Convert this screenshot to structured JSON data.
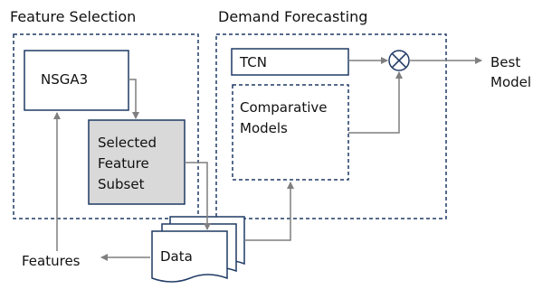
{
  "sections": {
    "feature_selection": "Feature Selection",
    "demand_forecasting": "Demand Forecasting"
  },
  "nodes": {
    "nsga3": "NSGA3",
    "selected_subset": [
      "Selected",
      "Feature",
      "Subset"
    ],
    "tcn": "TCN",
    "comparative_models": [
      "Comparative",
      "Models"
    ],
    "data": "Data",
    "features": "Features",
    "best_model": [
      "Best",
      "Model"
    ]
  },
  "colors": {
    "dashed_border": "#1f3a64",
    "box_border": "#1f3a64",
    "arrow": "#7f7f7f",
    "selected_fill": "#d9d9d9",
    "data_fill": "#ffffff"
  }
}
